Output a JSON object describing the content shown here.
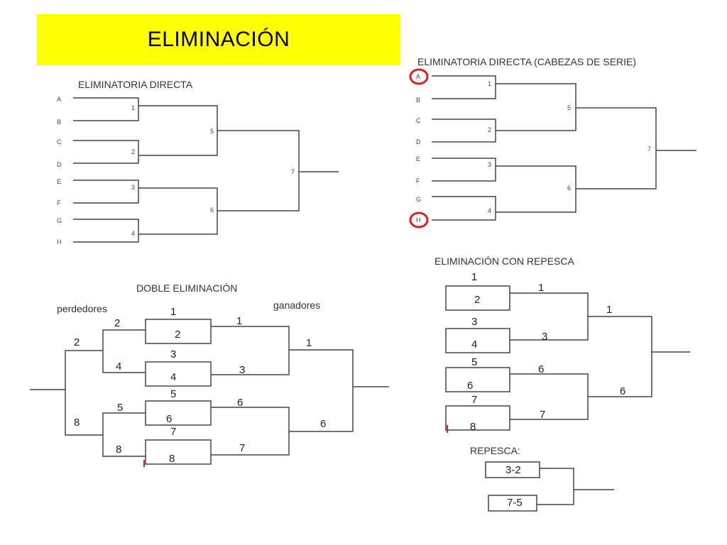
{
  "title": "ELIMINACIÓN",
  "colors": {
    "banner": "#ffff00",
    "seed_marker": "#e0201e",
    "line": "#444444"
  },
  "eliminatoria_directa": {
    "heading": "ELIMINATORIA DIRECTA",
    "entrants": [
      "A",
      "B",
      "C",
      "D",
      "E",
      "F",
      "G",
      "H"
    ],
    "matches": [
      "1",
      "2",
      "3",
      "4",
      "5",
      "6",
      "7"
    ]
  },
  "cabezas_de_serie": {
    "heading": "ELIMINATORIA DIRECTA (CABEZAS DE SERIE)",
    "entrants": [
      "A",
      "B",
      "C",
      "D",
      "E",
      "F",
      "G",
      "H"
    ],
    "matches": [
      "1",
      "2",
      "3",
      "4",
      "5",
      "6",
      "7"
    ],
    "seeded": [
      "A",
      "H"
    ]
  },
  "doble_eliminacion": {
    "heading": "DOBLE ELIMINACIÓN",
    "losers_label": "perdedores",
    "winners_label": "ganadores",
    "pairs": [
      [
        "1",
        "2"
      ],
      [
        "3",
        "4"
      ],
      [
        "5",
        "6"
      ],
      [
        "7",
        "8"
      ]
    ],
    "winners_round1": [
      "1",
      "3",
      "6",
      "7"
    ],
    "winners_round2": [
      "1",
      "6"
    ],
    "losers_round1": [
      "2",
      "4",
      "5",
      "8"
    ],
    "losers_round2": [
      "2",
      "8"
    ]
  },
  "con_repesca": {
    "heading": "ELIMINACIÓN CON REPESCA",
    "pairs": [
      [
        "1",
        "2"
      ],
      [
        "3",
        "4"
      ],
      [
        "5",
        "6"
      ],
      [
        "7",
        "8"
      ]
    ],
    "round1": [
      "1",
      "3",
      "6",
      "7"
    ],
    "round2": [
      "1",
      "6"
    ],
    "repesca_label": "REPESCA:",
    "repesca": [
      "3-2",
      "7-5"
    ]
  }
}
